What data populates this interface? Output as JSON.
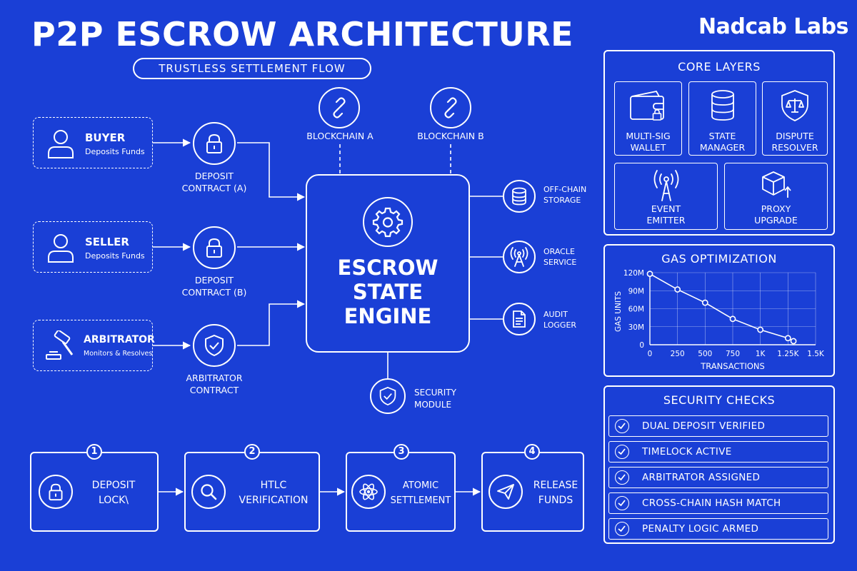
{
  "header": {
    "title": "P2P ESCROW ARCHITECTURE",
    "subtitle": "TRUSTLESS SETTLEMENT FLOW",
    "brand": "Nadcab Labs"
  },
  "parties": [
    {
      "name": "BUYER",
      "desc": "Deposits Funds",
      "icon": "user-icon"
    },
    {
      "name": "SELLER",
      "desc": "Deposits Funds",
      "icon": "user-icon"
    },
    {
      "name": "ARBITRATOR",
      "desc": "Monitors & Resolves",
      "icon": "gavel-icon"
    }
  ],
  "contracts": [
    {
      "label": "DEPOSIT\nCONTRACT (A)",
      "icon": "lock-icon"
    },
    {
      "label": "DEPOSIT\nCONTRACT (B)",
      "icon": "lock-icon"
    },
    {
      "label": "ARBITRATOR\nCONTRACT",
      "icon": "shield-check-icon"
    }
  ],
  "chains": [
    {
      "label": "BLOCKCHAIN A",
      "icon": "chain-link-icon"
    },
    {
      "label": "BLOCKCHAIN B",
      "icon": "chain-link-icon"
    }
  ],
  "engine": {
    "label": "ESCROW\nSTATE\nENGINE",
    "icon": "gear-icon"
  },
  "services": [
    {
      "label": "OFF-CHAIN\nSTORAGE",
      "icon": "database-icon"
    },
    {
      "label": "ORACLE\nSERVICE",
      "icon": "antenna-icon"
    },
    {
      "label": "AUDIT\nLOGGER",
      "icon": "document-icon"
    }
  ],
  "security_module": {
    "label": "SECURITY\nMODULE",
    "icon": "shield-check-icon"
  },
  "steps": [
    {
      "num": "1",
      "label": "DEPOSIT\nLOCK\\",
      "icon": "lock-icon"
    },
    {
      "num": "2",
      "label": "HTLC\nVERIFICATION",
      "icon": "magnifier-icon"
    },
    {
      "num": "3",
      "label": "ATOMIC\nSETTLEMENT",
      "icon": "atom-icon"
    },
    {
      "num": "4",
      "label": "RELEASE\nFUNDS",
      "icon": "paper-plane-icon"
    }
  ],
  "core_layers": {
    "title": "CORE LAYERS",
    "items": [
      {
        "label": "MULTI-SIG\nWALLET",
        "icon": "wallet-icon"
      },
      {
        "label": "STATE\nMANAGER",
        "icon": "database-icon"
      },
      {
        "label": "DISPUTE\nRESOLVER",
        "icon": "scales-shield-icon"
      },
      {
        "label": "EVENT\nEMITTER",
        "icon": "broadcast-icon"
      },
      {
        "label": "PROXY\nUPGRADE",
        "icon": "cube-icon"
      }
    ]
  },
  "gas_optimization": {
    "title": "GAS OPTIMIZATION",
    "chart_data": {
      "type": "line",
      "xlabel": "TRANSACTIONS",
      "ylabel": "GAS UNITS",
      "x_ticks": [
        "0",
        "250",
        "500",
        "750",
        "1K",
        "1.25K",
        "1.5K"
      ],
      "y_ticks": [
        "120M",
        "90M",
        "60M",
        "30M",
        "0"
      ],
      "xlim": [
        0,
        1500
      ],
      "ylim": [
        0,
        120
      ],
      "grid": true,
      "series": [
        {
          "x": [
            0,
            250,
            500,
            750,
            1000,
            1250,
            1300
          ],
          "y": [
            118,
            92,
            70,
            43,
            25,
            11,
            6
          ]
        }
      ]
    }
  },
  "security_checks": {
    "title": "SECURITY CHECKS",
    "items": [
      "DUAL DEPOSIT VERIFIED",
      "TIMELOCK ACTIVE",
      "ARBITRATOR ASSIGNED",
      "CROSS-CHAIN HASH MATCH",
      "PENALTY LOGIC ARMED"
    ]
  }
}
